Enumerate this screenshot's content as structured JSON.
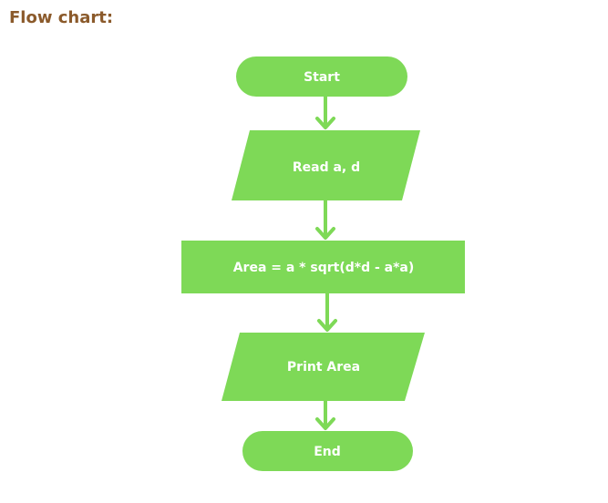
{
  "heading": "Flow chart:",
  "colors": {
    "heading": "#8b5a2b",
    "shape_fill": "#7ed957",
    "arrow": "#7ed957",
    "label_text": "#ffffff"
  },
  "nodes": {
    "start": {
      "shape": "terminal",
      "label": "Start"
    },
    "input": {
      "shape": "parallelogram",
      "label": "Read a, d"
    },
    "process": {
      "shape": "rectangle",
      "label": "Area = a * sqrt(d*d - a*a)"
    },
    "output": {
      "shape": "parallelogram",
      "label": "Print Area"
    },
    "end": {
      "shape": "terminal",
      "label": "End"
    }
  }
}
